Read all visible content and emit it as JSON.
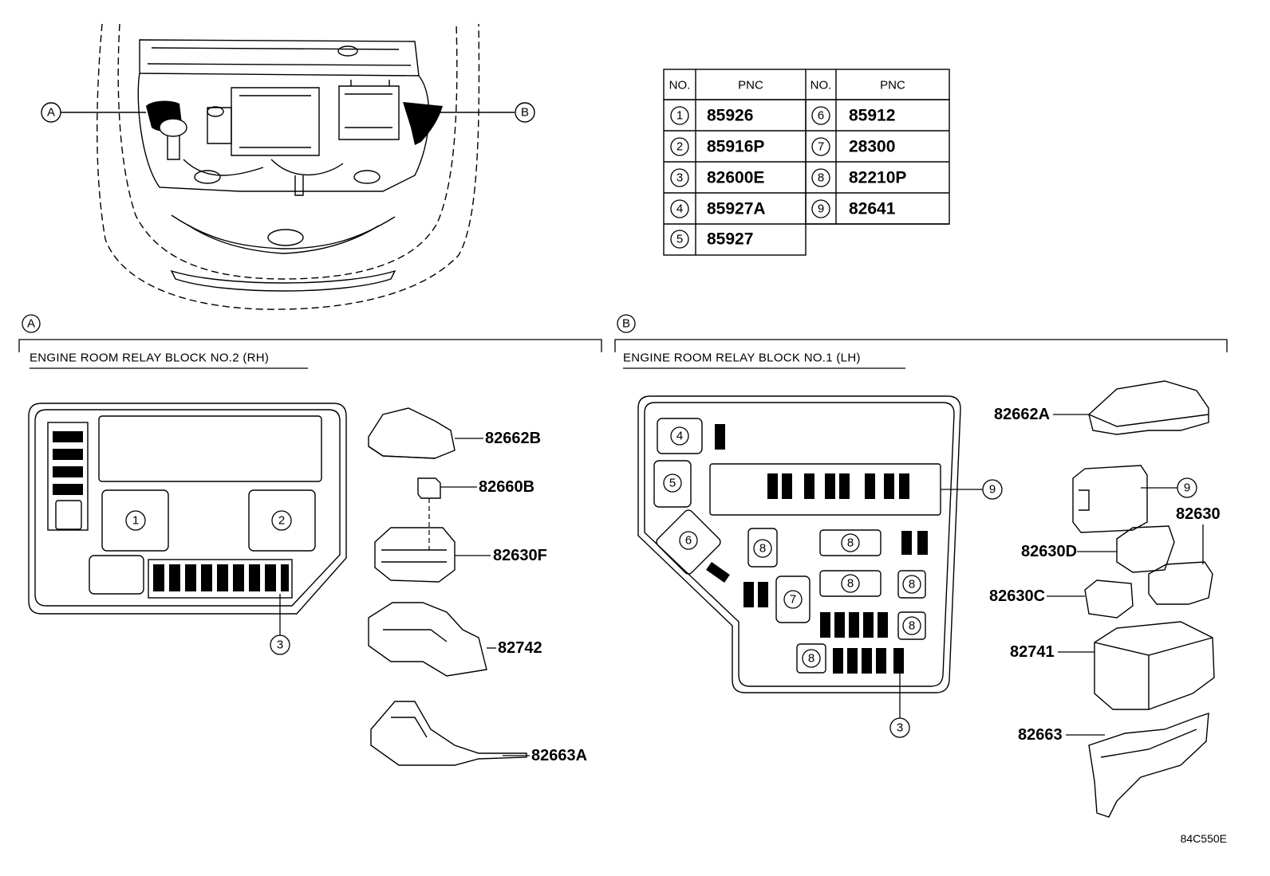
{
  "diagram_code": "84C550E",
  "table": {
    "headers": [
      "NO.",
      "PNC",
      "NO.",
      "PNC"
    ],
    "rows": [
      {
        "no": "1",
        "pnc": "85926",
        "no2": "6",
        "pnc2": "85912"
      },
      {
        "no": "2",
        "pnc": "85916P",
        "no2": "7",
        "pnc2": "28300"
      },
      {
        "no": "3",
        "pnc": "82600E",
        "no2": "8",
        "pnc2": "82210P"
      },
      {
        "no": "4",
        "pnc": "85927A",
        "no2": "9",
        "pnc2": "82641"
      },
      {
        "no": "5",
        "pnc": "85927",
        "no2": "",
        "pnc2": ""
      }
    ]
  },
  "overview": {
    "marker_a": "A",
    "marker_b": "B"
  },
  "section_a": {
    "marker": "A",
    "title": "ENGINE ROOM RELAY BLOCK NO.2 (RH)",
    "block_numbers": [
      "1",
      "2",
      "3"
    ],
    "parts": [
      "82662B",
      "82660B",
      "82630F",
      "82742",
      "82663A"
    ]
  },
  "section_b": {
    "marker": "B",
    "title": "ENGINE ROOM RELAY BLOCK NO.1 (LH)",
    "block_numbers": [
      "4",
      "5",
      "6",
      "7",
      "8",
      "9",
      "3"
    ],
    "parts": [
      "82662A",
      "9",
      "82630",
      "82630D",
      "82630C",
      "82741",
      "82663"
    ]
  }
}
